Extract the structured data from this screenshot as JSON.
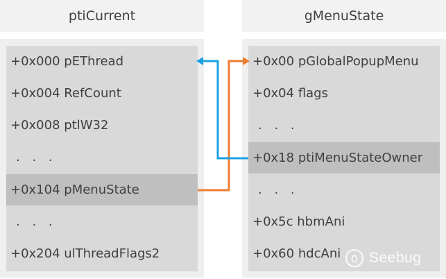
{
  "left_struct": {
    "title": "ptiCurrent",
    "fields": [
      {
        "text": "+0x000 pEThread"
      },
      {
        "text": "+0x004 RefCount"
      },
      {
        "text": "+0x008 ptlW32"
      },
      {
        "text": ". . ."
      },
      {
        "text": "+0x104 pMenuState"
      },
      {
        "text": ". . ."
      },
      {
        "text": "+0x204 ulThreadFlags2"
      }
    ]
  },
  "right_struct": {
    "title": "gMenuState",
    "fields": [
      {
        "text": "+0x00 pGlobalPopupMenu"
      },
      {
        "text": "+0x04 flags"
      },
      {
        "text": ". . ."
      },
      {
        "text": "+0x18 ptiMenuStateOwner"
      },
      {
        "text": ". . ."
      },
      {
        "text": "+0x5c hbmAni"
      },
      {
        "text": "+0x60 hdcAni"
      }
    ]
  },
  "arrows": [
    {
      "from": "+0x104 pMenuState",
      "to": "+0x00 pGlobalPopupMenu",
      "color": "#ed7d31"
    },
    {
      "from": "+0x18 ptiMenuStateOwner",
      "to": "+0x000 pEThread",
      "color": "#1ba1e2"
    }
  ],
  "watermark": {
    "text": "Seebug",
    "icon": "seebug-bug-icon"
  },
  "colors": {
    "title_bg": "#f2f2f2",
    "frame_bg": "#efefef",
    "struct_bg": "#d9d9d9",
    "highlight_bg": "#bfbfbf",
    "text": "#404040"
  }
}
